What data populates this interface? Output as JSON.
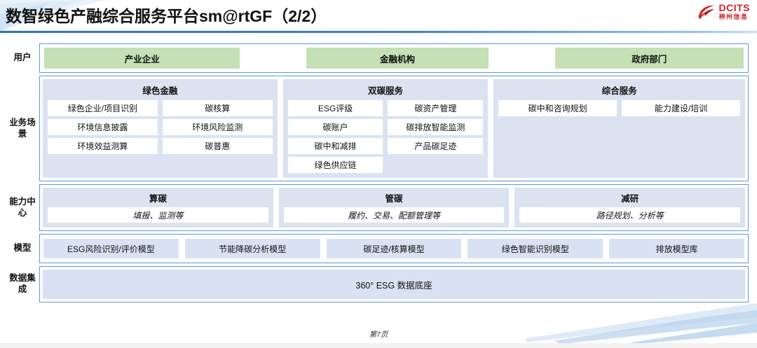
{
  "header": {
    "title": "数智绿色产融综合服务平台sm@rtGF（2/2）",
    "logo_en": "DCITS",
    "logo_cn": "神州信息"
  },
  "colors": {
    "accent_blue": "#2e75b6",
    "panel_border": "#5b9bd5",
    "user_green": "#c5e0b4",
    "group_bg": "#dbe3f1",
    "model_bg": "#d9e2f3",
    "logo_red": "#d2232a"
  },
  "rows": {
    "user": {
      "label": "用户",
      "items": [
        "产业企业",
        "金融机构",
        "政府部门"
      ]
    },
    "business": {
      "label": "业务场景",
      "groups": [
        {
          "title": "绿色金融",
          "lines": [
            [
              "绿色企业/项目识别",
              "碳核算"
            ],
            [
              "环境信息披露",
              "环境风险监测"
            ],
            [
              "环境效益测算",
              "碳普惠"
            ]
          ]
        },
        {
          "title": "双碳服务",
          "lines": [
            [
              "ESG评级",
              "碳资产管理"
            ],
            [
              "碳账户",
              "碳排放智能监测"
            ],
            [
              "碳中和减排",
              "产品碳足迹"
            ],
            [
              "绿色供应链",
              ""
            ]
          ]
        },
        {
          "title": "综合服务",
          "lines": [
            [
              "碳中和咨询规划",
              "能力建设/培训"
            ]
          ]
        }
      ]
    },
    "capability": {
      "label": "能力中心",
      "groups": [
        {
          "title": "算碳",
          "subtitle": "填报、监测等"
        },
        {
          "title": "管碳",
          "subtitle": "履约、交易、配额管理等"
        },
        {
          "title": "减研",
          "subtitle": "路径规划、分析等"
        }
      ]
    },
    "model": {
      "label": "模型",
      "items": [
        "ESG风险识别/评价模型",
        "节能降碳分析模型",
        "碳足迹/核算模型",
        "绿色智能识别模型",
        "排放模型库"
      ]
    },
    "data": {
      "label": "数据集成",
      "bar_text": "360° ESG 数据底座"
    }
  },
  "footer": {
    "page_text": "第7页"
  }
}
